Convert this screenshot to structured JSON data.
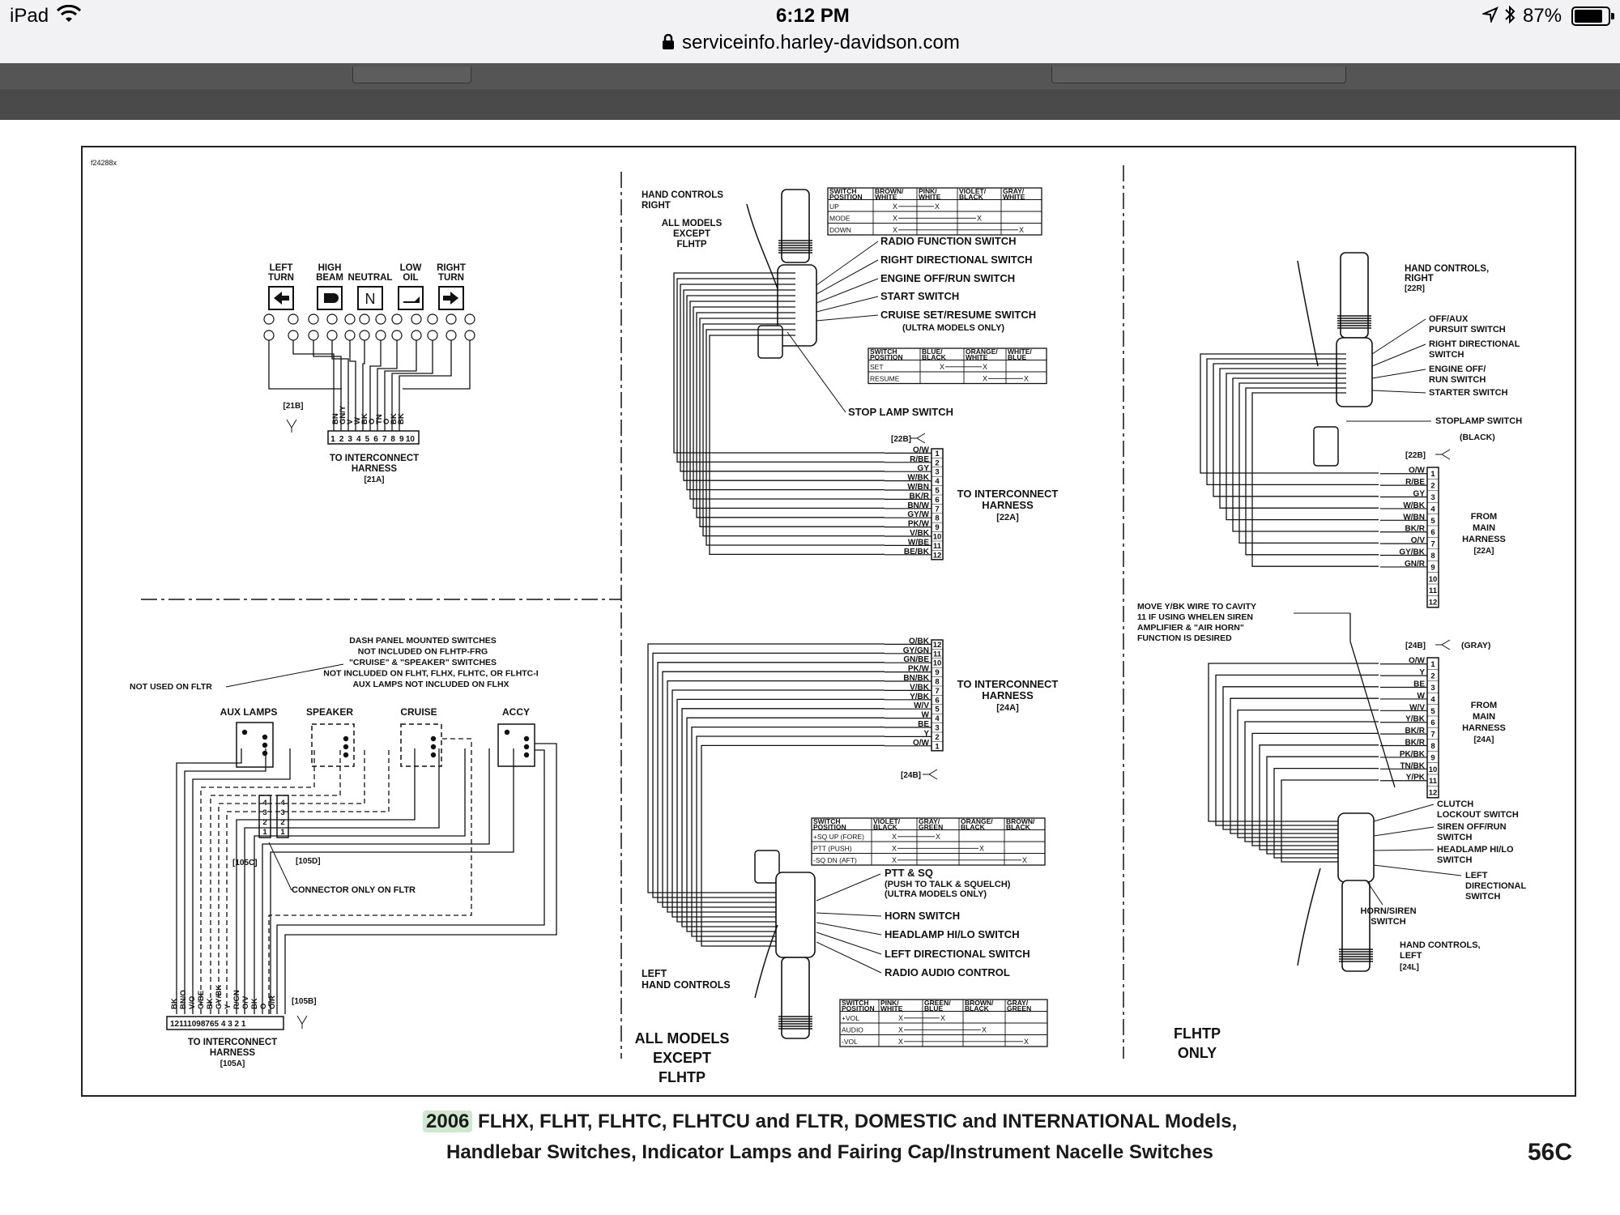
{
  "status": {
    "device": "iPad",
    "time": "6:12 PM",
    "battery": "87%",
    "url": "serviceinfo.harley-davidson.com"
  },
  "icons": [
    "wifi-icon",
    "lock-icon",
    "location-icon",
    "bluetooth-icon",
    "battery-icon"
  ],
  "diagram": {
    "fig_id": "f24288x",
    "top_left": {
      "lamps": [
        "LEFT TURN",
        "HIGH BEAM",
        "NEUTRAL",
        "LOW OIL",
        "RIGHT TURN"
      ],
      "neutral_symbol": "N",
      "wires": [
        "BN",
        "GN/Y",
        "V",
        "W",
        "BK",
        "O",
        "TN",
        "O",
        "BK",
        "BK"
      ],
      "pins": [
        "1",
        "2",
        "3",
        "4",
        "5",
        "6",
        "7",
        "8",
        "9",
        "10"
      ],
      "ref_top": "[21B]",
      "to_label_1": "TO INTERCONNECT",
      "to_label_2": "HARNESS",
      "ref_bottom": "[21A]"
    },
    "bottom_left": {
      "note_1": "DASH PANEL MOUNTED SWITCHES",
      "note_2": "NOT INCLUDED ON FLHTP-FRG",
      "note_3": "\"CRUISE\" & \"SPEAKER\" SWITCHES",
      "note_4": "NOT INCLUDED ON FLHT, FLHX, FLHTC, OR FLHTC-I",
      "note_5": "AUX LAMPS NOT INCLUDED ON FLHX",
      "not_used": "NOT USED ON FLTR",
      "switches": [
        "AUX LAMPS",
        "SPEAKER",
        "CRUISE",
        "ACCY"
      ],
      "ref_105c": "[105C]",
      "ref_105d": "[105D]",
      "connector_only": "CONNECTOR ONLY ON FLTR",
      "wires": [
        "BK",
        "BN/O",
        "V/O",
        "O/BE",
        "BK",
        "GY/BK",
        "Y",
        "R/GN",
        "O/V",
        "BK",
        "O",
        "O/R"
      ],
      "pins": "12111098765 4 3 2 1",
      "ref_105b": "[105B]",
      "to_label_1": "TO INTERCONNECT",
      "to_label_2": "HARNESS",
      "ref_105a": "[105A]"
    },
    "middle_top": {
      "hand_controls_1": "HAND CONTROLS",
      "hand_controls_2": "RIGHT",
      "models_1": "ALL MODELS",
      "models_2": "EXCEPT",
      "models_3": "FLHTP",
      "switch_table": {
        "headers": [
          "SWITCH POSITION",
          "BROWN/ WHITE",
          "PINK/ WHITE",
          "VIOLET/ BLACK",
          "GRAY/ WHITE"
        ],
        "rows": [
          [
            "UP",
            "X",
            "X",
            "",
            ""
          ],
          [
            "MODE",
            "X",
            "",
            "X",
            ""
          ],
          [
            "DOWN",
            "X",
            "",
            "",
            "X"
          ]
        ]
      },
      "switch_labels": [
        "RADIO FUNCTION SWITCH",
        "RIGHT DIRECTIONAL SWITCH",
        "ENGINE OFF/RUN SWITCH",
        "START SWITCH",
        "CRUISE SET/RESUME SWITCH"
      ],
      "cruise_note": "(ULTRA MODELS ONLY)",
      "cruise_table": {
        "headers": [
          "SWITCH POSITION",
          "BLUE/ BLACK",
          "ORANGE/ WHITE",
          "WHITE/ BLUE"
        ],
        "rows": [
          [
            "SET",
            "X",
            "X",
            ""
          ],
          [
            "RESUME",
            "",
            "X",
            "X"
          ]
        ]
      },
      "stop_lamp": "STOP LAMP SWITCH",
      "ref_22b": "[22B]",
      "wires": [
        "O/W",
        "R/BE",
        "GY",
        "W/BK",
        "W/BN",
        "BK/R",
        "BN/W",
        "GY/W",
        "PK/W",
        "V/BK",
        "W/BE",
        "BE/BK"
      ],
      "pins": [
        "1",
        "2",
        "3",
        "4",
        "5",
        "6",
        "7",
        "8",
        "9",
        "10",
        "11",
        "12"
      ],
      "to_label_1": "TO INTERCONNECT",
      "to_label_2": "HARNESS",
      "ref_22a": "[22A]"
    },
    "middle_bottom": {
      "wires": [
        "O/BK",
        "GY/GN",
        "GN/BE",
        "PK/W",
        "BN/BK",
        "V/BK",
        "Y/BK",
        "W/V",
        "W",
        "BE",
        "Y",
        "O/W"
      ],
      "pins": [
        "12",
        "11",
        "10",
        "9",
        "8",
        "7",
        "6",
        "5",
        "4",
        "3",
        "2",
        "1"
      ],
      "to_label_1": "TO INTERCONNECT",
      "to_label_2": "HARNESS",
      "ref_24a": "[24A]",
      "ref_24b": "[24B]",
      "switch_table": {
        "headers": [
          "SWITCH POSITION",
          "VIOLET/ BLACK",
          "GRAY/ GREEN",
          "ORANGE/ BLACK",
          "BROWN/ BLACK"
        ],
        "rows": [
          [
            "+SQ UP (FORE)",
            "X",
            "X",
            "",
            ""
          ],
          [
            "PTT (PUSH)",
            "X",
            "",
            "X",
            ""
          ],
          [
            "-SQ DN (AFT)",
            "X",
            "",
            "",
            "X"
          ]
        ]
      },
      "ptt_1": "PTT & SQ",
      "ptt_2": "(PUSH TO TALK & SQUELCH)",
      "ptt_3": "(ULTRA MODELS ONLY)",
      "switch_labels": [
        "HORN SWITCH",
        "HEADLAMP HI/LO SWITCH",
        "LEFT DIRECTIONAL SWITCH",
        "RADIO AUDIO CONTROL"
      ],
      "hand_controls_1": "LEFT",
      "hand_controls_2": "HAND CONTROLS",
      "audio_table": {
        "headers": [
          "SWITCH POSITION",
          "PINK/ WHITE",
          "GREEN/ BLUE",
          "BROWN/ BLACK",
          "GRAY/ GREEN"
        ],
        "rows": [
          [
            "+VOL",
            "X",
            "X",
            "",
            ""
          ],
          [
            "AUDIO",
            "X",
            "",
            "X",
            ""
          ],
          [
            "-VOL",
            "X",
            "",
            "",
            "X"
          ]
        ]
      },
      "models_1": "ALL MODELS",
      "models_2": "EXCEPT",
      "models_3": "FLHTP"
    },
    "right": {
      "hand_controls_1": "HAND CONTROLS,",
      "hand_controls_2": "RIGHT",
      "ref_22r": "[22R]",
      "switch_labels": [
        "OFF/AUX",
        "PURSUIT SWITCH",
        "RIGHT DIRECTIONAL",
        "SWITCH",
        "ENGINE OFF/",
        "RUN SWITCH",
        "STARTER SWITCH"
      ],
      "stoplamp": "STOPLAMP SWITCH",
      "black": "(BLACK)",
      "ref_22b": "[22B]",
      "wires_22": [
        "O/W",
        "R/BE",
        "GY",
        "W/BK",
        "W/BN",
        "BK/R",
        "O/V",
        "GY/BK",
        "GN/R"
      ],
      "pins_22": [
        "1",
        "2",
        "3",
        "4",
        "5",
        "6",
        "7",
        "8",
        "9",
        "10",
        "11",
        "12"
      ],
      "from_1": "FROM",
      "from_2": "MAIN",
      "from_3": "HARNESS",
      "ref_22a": "[22A]",
      "move_1": "MOVE Y/BK WIRE TO CAVITY",
      "move_2": "11 IF USING WHELEN SIREN",
      "move_3": "AMPLIFIER & \"AIR HORN\"",
      "move_4": "FUNCTION IS DESIRED",
      "ref_24b": "[24B]",
      "gray": "(GRAY)",
      "wires_24": [
        "O/W",
        "Y",
        "BE",
        "W",
        "W/V",
        "Y/BK",
        "BK/R",
        "BK/R",
        "PK/BK",
        "TN/BK",
        "Y/PK"
      ],
      "pins_24": [
        "1",
        "2",
        "3",
        "4",
        "5",
        "6",
        "7",
        "8",
        "9",
        "10",
        "11",
        "12"
      ],
      "ref_24a": "[24A]",
      "left_labels": [
        "CLUTCH",
        "LOCKOUT SWITCH",
        "SIREN OFF/RUN",
        "SWITCH",
        "HEADLAMP HI/LO",
        "SWITCH",
        "LEFT",
        "DIRECTIONAL",
        "SWITCH"
      ],
      "horn_1": "HORN/SIREN",
      "horn_2": "SWITCH",
      "hcl_1": "HAND CONTROLS,",
      "hcl_2": "LEFT",
      "ref_24l": "[24L]",
      "flhtp_1": "FLHTP",
      "flhtp_2": "ONLY"
    }
  },
  "caption": {
    "year": "2006",
    "line1_rest": " FLHX, FLHT, FLHTC, FLHTCU and FLTR, DOMESTIC and INTERNATIONAL Models,",
    "line2": "Handlebar Switches, Indicator Lamps and Fairing Cap/Instrument Nacelle Switches",
    "page": "56C"
  }
}
